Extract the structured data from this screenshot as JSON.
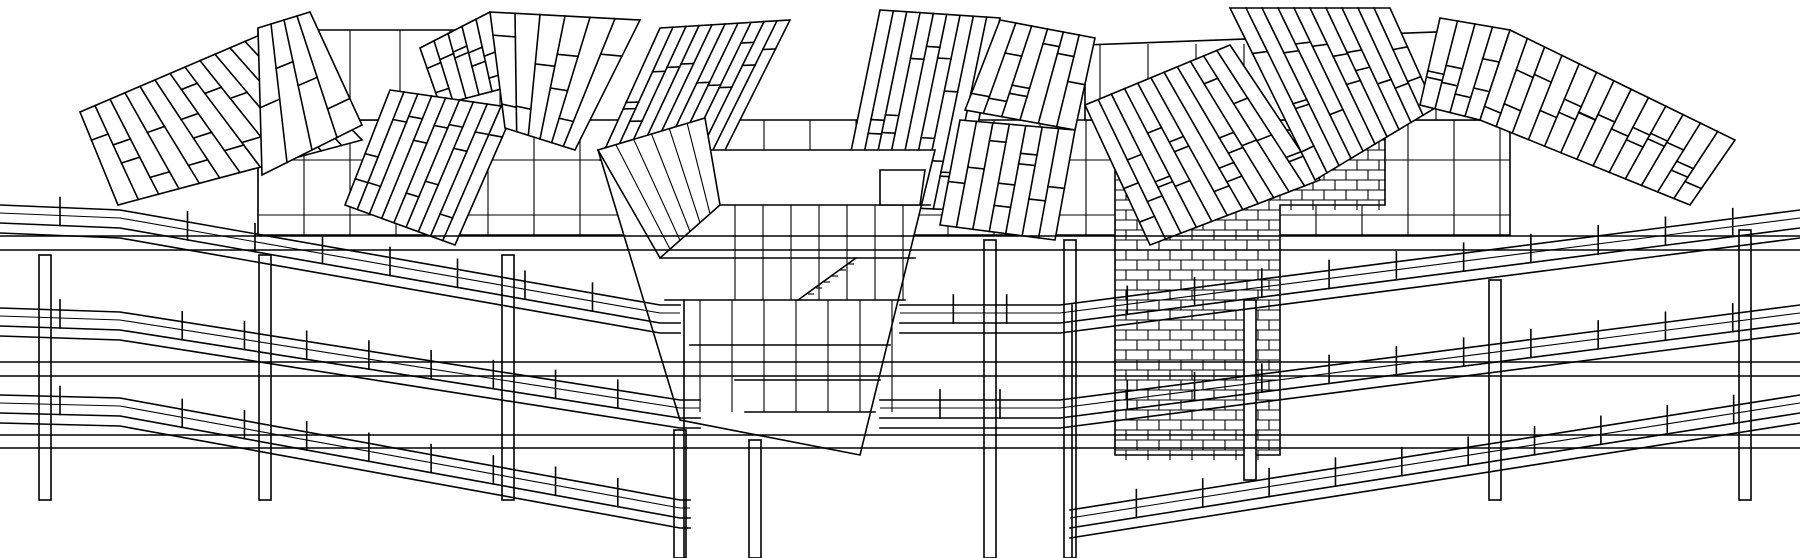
{
  "drawing": {
    "kind": "line-drawing",
    "subject": "building-elevation",
    "stroke_color": "#000000",
    "background_color": "#ffffff",
    "layers": [
      "curtain-wall",
      "clad-boxes",
      "brick-tower",
      "central-atrium",
      "ramps",
      "railings",
      "columns"
    ]
  }
}
